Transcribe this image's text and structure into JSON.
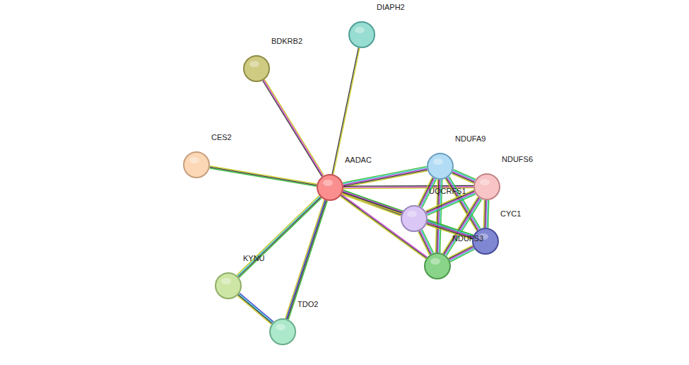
{
  "diagram": {
    "nodes": [
      {
        "text": [
          "DIAPH2"
        ]
      },
      {
        "text": [
          "BDKRB2"
        ]
      },
      {
        "text": [
          "CES2"
        ]
      },
      {
        "text": [
          "AADAC"
        ]
      },
      {
        "text": [
          "NDUFA9"
        ]
      },
      {
        "text": [
          "NDUFS6"
        ]
      },
      {
        "text": [
          "UQCRFS1"
        ]
      },
      {
        "text": [
          "CYC1"
        ]
      },
      {
        "text": [
          "NDUFS3"
        ]
      },
      {
        "text": [
          "KYNU"
        ]
      },
      {
        "text": [
          "TDO2"
        ]
      }
    ],
    "edges": [
      {
        "from": 3,
        "to": 0,
        "arrow": "none"
      },
      {
        "from": 3,
        "to": 1,
        "arrow": "none"
      },
      {
        "from": 3,
        "to": 2,
        "arrow": "none"
      },
      {
        "from": 3,
        "to": 4,
        "arrow": "none"
      },
      {
        "from": 3,
        "to": 5,
        "arrow": "none"
      },
      {
        "from": 3,
        "to": 6,
        "arrow": "none"
      },
      {
        "from": 3,
        "to": 7,
        "arrow": "none"
      },
      {
        "from": 3,
        "to": 8,
        "arrow": "none"
      },
      {
        "from": 3,
        "to": 9,
        "arrow": "none"
      },
      {
        "from": 3,
        "to": 10,
        "arrow": "none"
      },
      {
        "from": 9,
        "to": 10,
        "arrow": "none"
      },
      {
        "from": 4,
        "to": 5,
        "arrow": "none"
      },
      {
        "from": 4,
        "to": 6,
        "arrow": "none"
      },
      {
        "from": 4,
        "to": 7,
        "arrow": "none"
      },
      {
        "from": 4,
        "to": 8,
        "arrow": "none"
      },
      {
        "from": 5,
        "to": 6,
        "arrow": "none"
      },
      {
        "from": 5,
        "to": 7,
        "arrow": "none"
      },
      {
        "from": 5,
        "to": 8,
        "arrow": "none"
      },
      {
        "from": 6,
        "to": 7,
        "arrow": "none"
      },
      {
        "from": 6,
        "to": 8,
        "arrow": "none"
      },
      {
        "from": 7,
        "to": 8,
        "arrow": "none"
      }
    ]
  }
}
